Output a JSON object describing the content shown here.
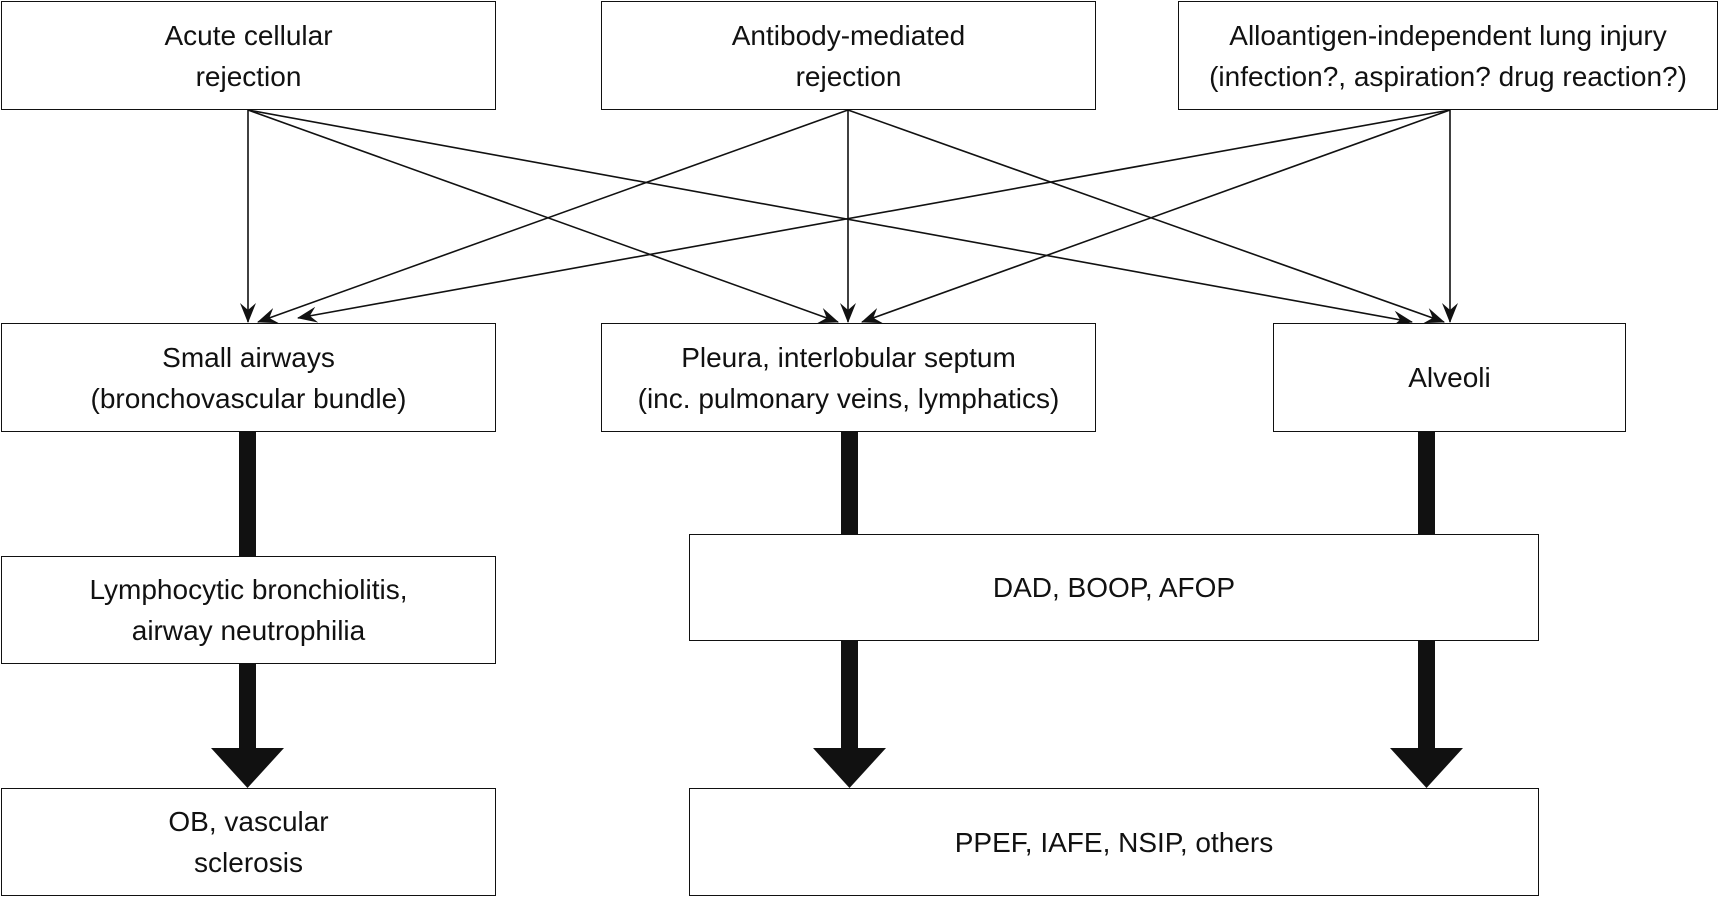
{
  "causes": [
    {
      "id": "acr",
      "lines": [
        "Acute cellular",
        "rejection"
      ]
    },
    {
      "id": "amr",
      "lines": [
        "Antibody-mediated",
        "rejection"
      ]
    },
    {
      "id": "ali",
      "lines": [
        "Alloantigen-independent lung injury",
        "(infection?, aspiration? drug reaction?)"
      ]
    }
  ],
  "sites": [
    {
      "id": "small-airways",
      "lines": [
        "Small airways",
        "(bronchovascular bundle)"
      ]
    },
    {
      "id": "pleura",
      "lines": [
        "Pleura, interlobular septum",
        "(inc. pulmonary veins, lymphatics)"
      ]
    },
    {
      "id": "alveoli",
      "lines": [
        "Alveoli"
      ]
    }
  ],
  "early_lesions": [
    {
      "id": "lymphocytic-bronchiolitis",
      "lines": [
        "Lymphocytic bronchiolitis,",
        "airway neutrophilia"
      ]
    },
    {
      "id": "dad-boop-afop",
      "lines": [
        "DAD, BOOP, AFOP"
      ]
    }
  ],
  "outcomes": [
    {
      "id": "ob",
      "lines": [
        "OB, vascular",
        "sclerosis"
      ]
    },
    {
      "id": "ppef",
      "lines": [
        "PPEF, IAFE, NSIP, others"
      ]
    }
  ],
  "links_thin": [
    [
      "acr",
      "small-airways"
    ],
    [
      "acr",
      "pleura"
    ],
    [
      "acr",
      "alveoli"
    ],
    [
      "amr",
      "small-airways"
    ],
    [
      "amr",
      "pleura"
    ],
    [
      "amr",
      "alveoli"
    ],
    [
      "ali",
      "small-airways"
    ],
    [
      "ali",
      "pleura"
    ],
    [
      "ali",
      "alveoli"
    ]
  ],
  "links_thick": [
    [
      "small-airways",
      "lymphocytic-bronchiolitis"
    ],
    [
      "lymphocytic-bronchiolitis",
      "ob"
    ],
    [
      "pleura",
      "dad-boop-afop"
    ],
    [
      "alveoli",
      "dad-boop-afop"
    ],
    [
      "dad-boop-afop",
      "ppef"
    ]
  ]
}
